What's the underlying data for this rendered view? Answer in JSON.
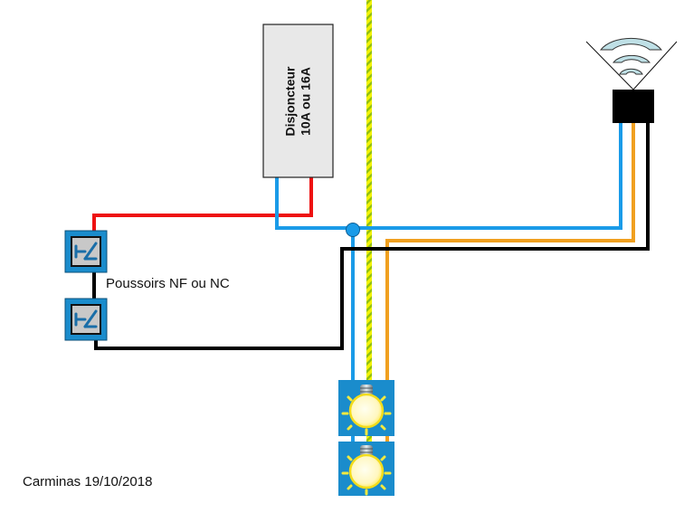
{
  "diagram": {
    "title": "Schéma de câblage télérupteur / minuterie connecté",
    "breaker": {
      "line1": "Disjoncteur",
      "line2": "10A ou 16A"
    },
    "pushbuttons_label": "Poussoirs NF ou NC",
    "credit": "Carminas 19/10/2018",
    "components": [
      {
        "type": "breaker",
        "name": "Disjoncteur 10A ou 16A"
      },
      {
        "type": "wifi-module",
        "name": "smart relay module"
      },
      {
        "type": "pushbutton",
        "count": 2
      },
      {
        "type": "lamp",
        "count": 2
      }
    ],
    "wires": [
      {
        "name": "phase",
        "color": "#ee1111"
      },
      {
        "name": "neutral",
        "color": "#1a9be8"
      },
      {
        "name": "earth",
        "color": "#e6e600"
      },
      {
        "name": "load",
        "color": "#f0a020"
      },
      {
        "name": "switch-return",
        "color": "#000000"
      }
    ],
    "colors": {
      "component_blue": "#1a8ccc",
      "breaker_fill": "#e8e8e8",
      "wifi_arc": "#bfe0e6"
    }
  }
}
